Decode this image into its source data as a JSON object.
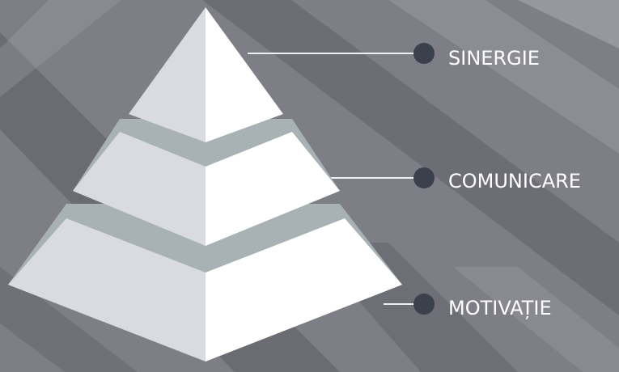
{
  "pyramid": {
    "levels": [
      {
        "label": "SINERGIE"
      },
      {
        "label": "COMUNICARE"
      },
      {
        "label": "MOTIVAȚIE"
      }
    ]
  },
  "colors": {
    "background": "#7d7e86",
    "stripe_dark": "#5b5c63",
    "stripe_light": "#9d9ea6",
    "face_left": "#d9dbe1",
    "face_right": "#ffffff",
    "band": "#a8b1b3",
    "connector": "#eef0f3",
    "marker": "#3c3f4c",
    "label_text": "#ffffff"
  }
}
